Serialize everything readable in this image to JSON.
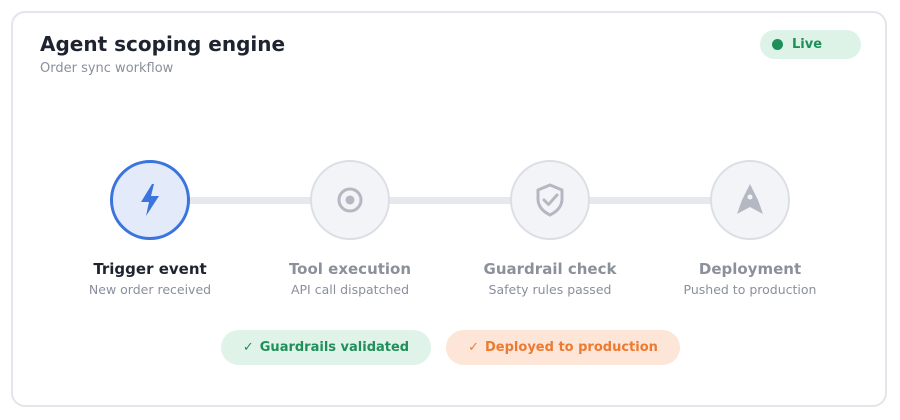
{
  "header": {
    "title": "Agent scoping engine",
    "subtitle": "Order sync workflow",
    "status_badge": {
      "label": "Live",
      "color": "#1f8f5a"
    }
  },
  "steps": [
    {
      "title": "Trigger event",
      "subtitle": "New order received",
      "icon": "lightning-bolt-icon",
      "active": true
    },
    {
      "title": "Tool execution",
      "subtitle": "API call dispatched",
      "icon": "target-icon",
      "active": false
    },
    {
      "title": "Guardrail check",
      "subtitle": "Safety rules passed",
      "icon": "shield-check-icon",
      "active": false
    },
    {
      "title": "Deployment",
      "subtitle": "Pushed to production",
      "icon": "rocket-icon",
      "active": false
    }
  ],
  "status_pills": [
    {
      "check": "✓",
      "label": "Guardrails validated",
      "color": "#208f5a"
    },
    {
      "check": "✓",
      "label": "Deployed to production",
      "color": "#ee7a30"
    }
  ],
  "colors": {
    "accent": "#3a74dc",
    "inactive": "#b4b8c2",
    "success": "#1f8f5a",
    "warning": "#ee7a30"
  }
}
